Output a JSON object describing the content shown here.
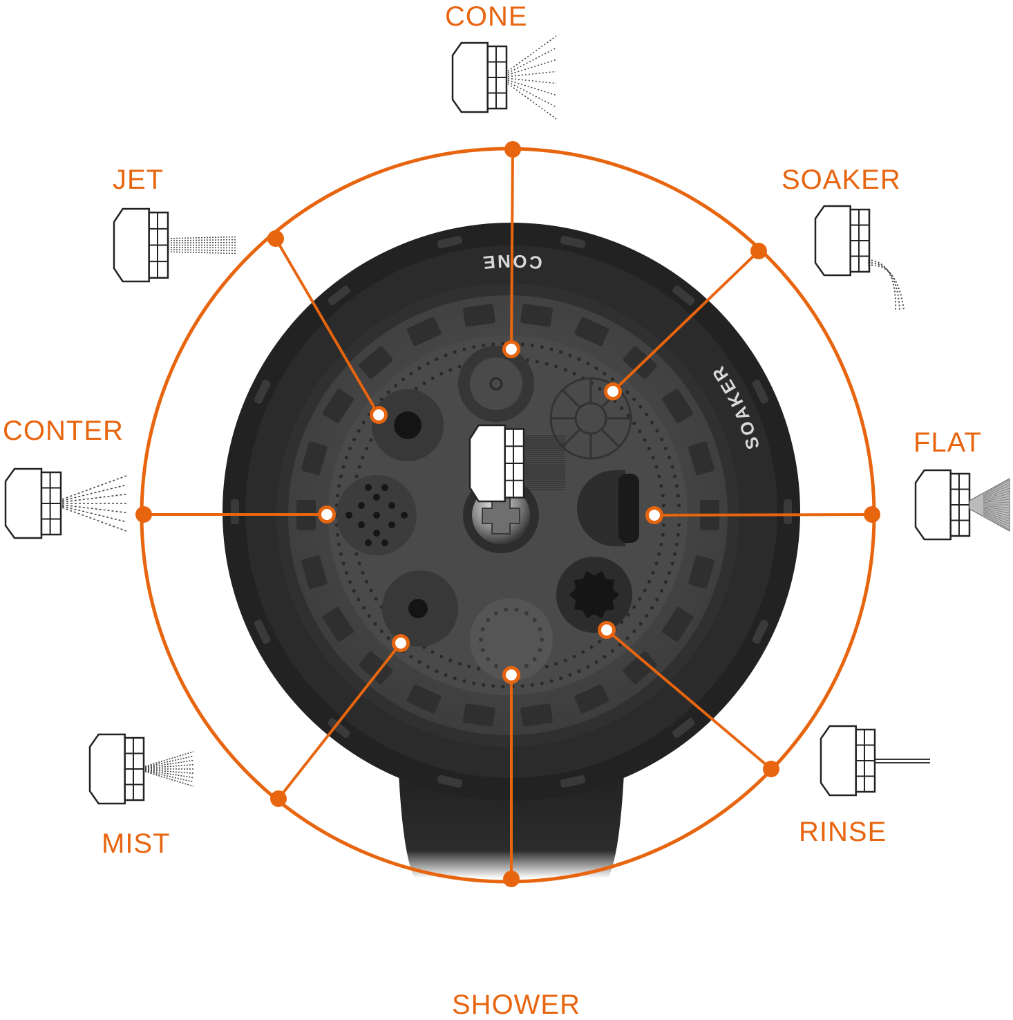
{
  "accent_color": "#e8650f",
  "nozzle_color": "#4a4a4a",
  "dial_markings": {
    "top": "CONE",
    "right": "SOAKER"
  },
  "modes": [
    {
      "id": "cone",
      "label": "CONE",
      "icon": "cone-spray-icon"
    },
    {
      "id": "soaker",
      "label": "SOAKER",
      "icon": "soaker-spray-icon"
    },
    {
      "id": "flat",
      "label": "FLAT",
      "icon": "flat-spray-icon"
    },
    {
      "id": "rinse",
      "label": "RINSE",
      "icon": "rinse-spray-icon"
    },
    {
      "id": "shower",
      "label": "SHOWER",
      "icon": "shower-spray-icon"
    },
    {
      "id": "mist",
      "label": "MIST",
      "icon": "mist-spray-icon"
    },
    {
      "id": "center",
      "label": "CONTER",
      "icon": "center-spray-icon"
    },
    {
      "id": "jet",
      "label": "JET",
      "icon": "jet-spray-icon"
    }
  ]
}
